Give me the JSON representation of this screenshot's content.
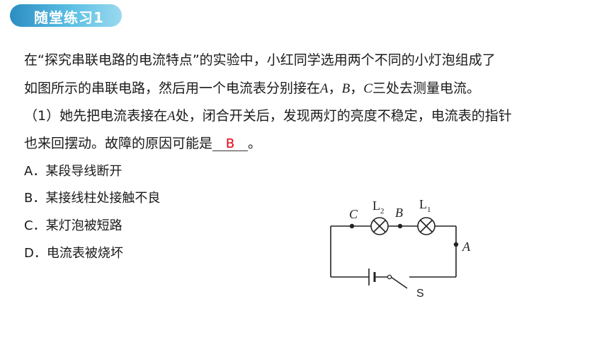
{
  "header": {
    "badge_title": "随堂练习1"
  },
  "question": {
    "line1": "在“探究串联电路的电流特点”的实验中，小红同学选用两个不同的小灯泡组成了",
    "line2_a": "如图所示的串联电路，然后用一个电流表分别接在",
    "point_a": "A",
    "sep1": "，",
    "point_b": "B",
    "sep2": "，",
    "point_c": "C",
    "line2_b": "三处去测量电流。",
    "line3_a": "（1）她先把电流表接在",
    "line3_point": "A",
    "line3_b": "处，闭合开关后，发现两灯的亮度不稳定，电流表的指针",
    "line4": "也来回摆动。故障的原因可能是",
    "line4_end": "。",
    "answer": "B"
  },
  "options": [
    {
      "label": "A．某段导线断开"
    },
    {
      "label": "B．某接线柱处接触不良"
    },
    {
      "label": "C．某灯泡被短路"
    },
    {
      "label": "D．电流表被烧坏"
    }
  ],
  "circuit": {
    "label_c": "C",
    "label_b": "B",
    "label_a": "A",
    "lamp2_letter": "L",
    "lamp2_sub": "2",
    "lamp1_letter": "L",
    "lamp1_sub": "1",
    "switch_label": "S"
  }
}
